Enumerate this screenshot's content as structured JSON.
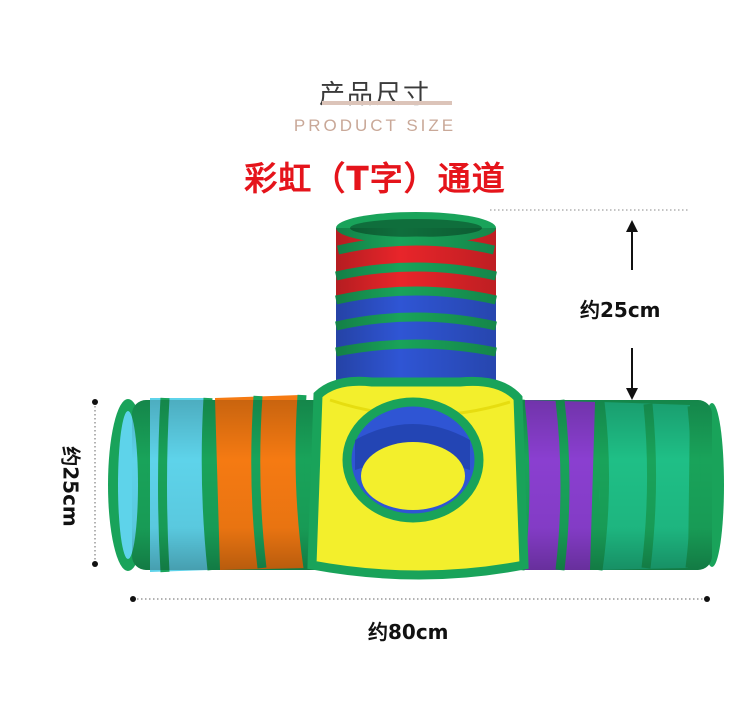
{
  "header": {
    "title_cn": "产品尺寸",
    "title_en": "PRODUCT SIZE"
  },
  "product": {
    "name": "彩虹（T字）通道"
  },
  "dimensions": {
    "height": "约25cm",
    "diameter": "约25cm",
    "width": "约80cm"
  },
  "colors": {
    "accent_red": "#e5141b",
    "tunnel_green": "#19a35a",
    "tunnel_red": "#e8252a",
    "tunnel_blue": "#2f55d4",
    "tunnel_yellow": "#f3ef2c",
    "tunnel_light_blue": "#5ed3ea",
    "tunnel_orange": "#f57a12",
    "tunnel_purple": "#8a3fd0",
    "tunnel_teal": "#1fbf86"
  }
}
